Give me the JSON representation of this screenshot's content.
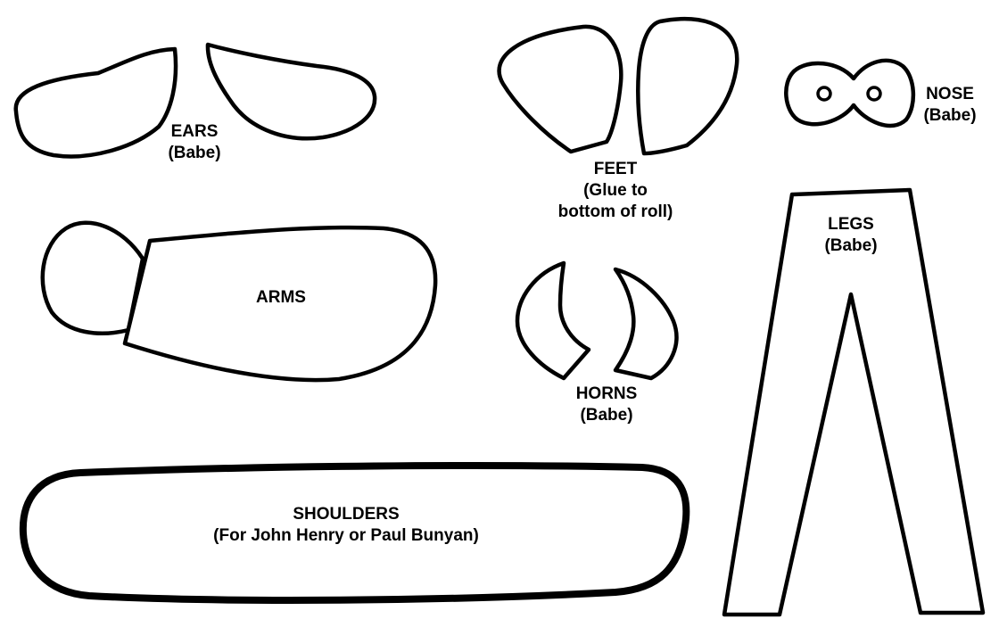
{
  "pieces": {
    "ears": {
      "name": "EARS",
      "note": "(Babe)"
    },
    "feet": {
      "name": "FEET",
      "note_line1": "(Glue to",
      "note_line2": "bottom of roll)"
    },
    "nose": {
      "name": "NOSE",
      "note": "(Babe)"
    },
    "arms": {
      "name": "ARMS"
    },
    "legs": {
      "name": "LEGS",
      "note": "(Babe)"
    },
    "horns": {
      "name": "HORNS",
      "note": "(Babe)"
    },
    "shoulders": {
      "name": "SHOULDERS",
      "note": "(For John Henry or Paul Bunyan)"
    }
  },
  "colors": {
    "outline": "#000000",
    "background": "#ffffff"
  }
}
